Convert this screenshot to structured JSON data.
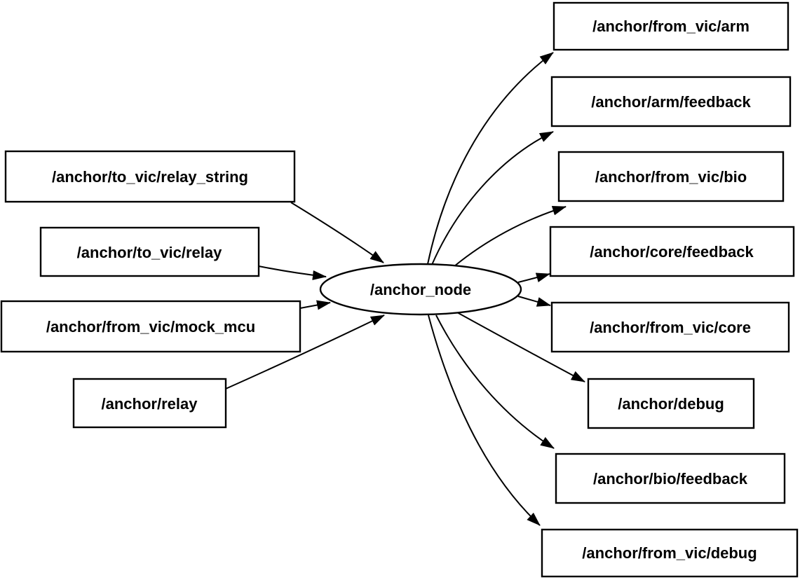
{
  "graph": {
    "kind": "ros-node-graph",
    "colors": {
      "background": "#ffffff",
      "node_fill": "#ffffff",
      "stroke": "#000000",
      "text": "#000000"
    },
    "center_node": {
      "label": "/anchor_node",
      "shape": "ellipse"
    },
    "input_topics": [
      {
        "label": "/anchor/to_vic/relay_string"
      },
      {
        "label": "/anchor/to_vic/relay"
      },
      {
        "label": "/anchor/from_vic/mock_mcu"
      },
      {
        "label": "/anchor/relay"
      }
    ],
    "output_topics": [
      {
        "label": "/anchor/from_vic/arm"
      },
      {
        "label": "/anchor/arm/feedback"
      },
      {
        "label": "/anchor/from_vic/bio"
      },
      {
        "label": "/anchor/core/feedback"
      },
      {
        "label": "/anchor/from_vic/core"
      },
      {
        "label": "/anchor/debug"
      },
      {
        "label": "/anchor/bio/feedback"
      },
      {
        "label": "/anchor/from_vic/debug"
      }
    ],
    "edges": [
      {
        "from": "/anchor/to_vic/relay_string",
        "to": "/anchor_node"
      },
      {
        "from": "/anchor/to_vic/relay",
        "to": "/anchor_node"
      },
      {
        "from": "/anchor/from_vic/mock_mcu",
        "to": "/anchor_node"
      },
      {
        "from": "/anchor/relay",
        "to": "/anchor_node"
      },
      {
        "from": "/anchor_node",
        "to": "/anchor/from_vic/arm"
      },
      {
        "from": "/anchor_node",
        "to": "/anchor/arm/feedback"
      },
      {
        "from": "/anchor_node",
        "to": "/anchor/from_vic/bio"
      },
      {
        "from": "/anchor_node",
        "to": "/anchor/core/feedback"
      },
      {
        "from": "/anchor_node",
        "to": "/anchor/from_vic/core"
      },
      {
        "from": "/anchor_node",
        "to": "/anchor/debug"
      },
      {
        "from": "/anchor_node",
        "to": "/anchor/bio/feedback"
      },
      {
        "from": "/anchor_node",
        "to": "/anchor/from_vic/debug"
      }
    ]
  }
}
